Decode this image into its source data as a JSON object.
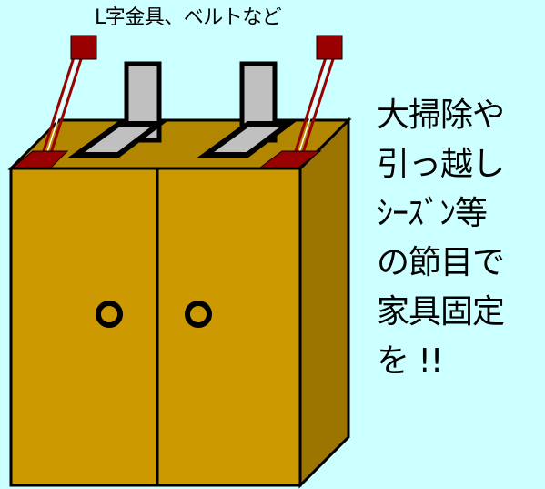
{
  "diagram": {
    "top_label": "L字金具、ベルトなど",
    "message_lines": [
      "大掃除や",
      "引っ越し",
      "ｼｰｽﾞﾝ等",
      "の節目で",
      "家具固定",
      "を !!"
    ],
    "colors": {
      "background": "#ccffff",
      "cabinet_face": "#cc9900",
      "cabinet_top": "#b38600",
      "cabinet_side": "#9c7400",
      "bracket_fill": "#c0c0c0",
      "belt_pad": "#990000",
      "outline": "#000000"
    },
    "icons": [
      "door-knob-icon",
      "l-bracket-icon",
      "belt-strap-icon"
    ]
  }
}
